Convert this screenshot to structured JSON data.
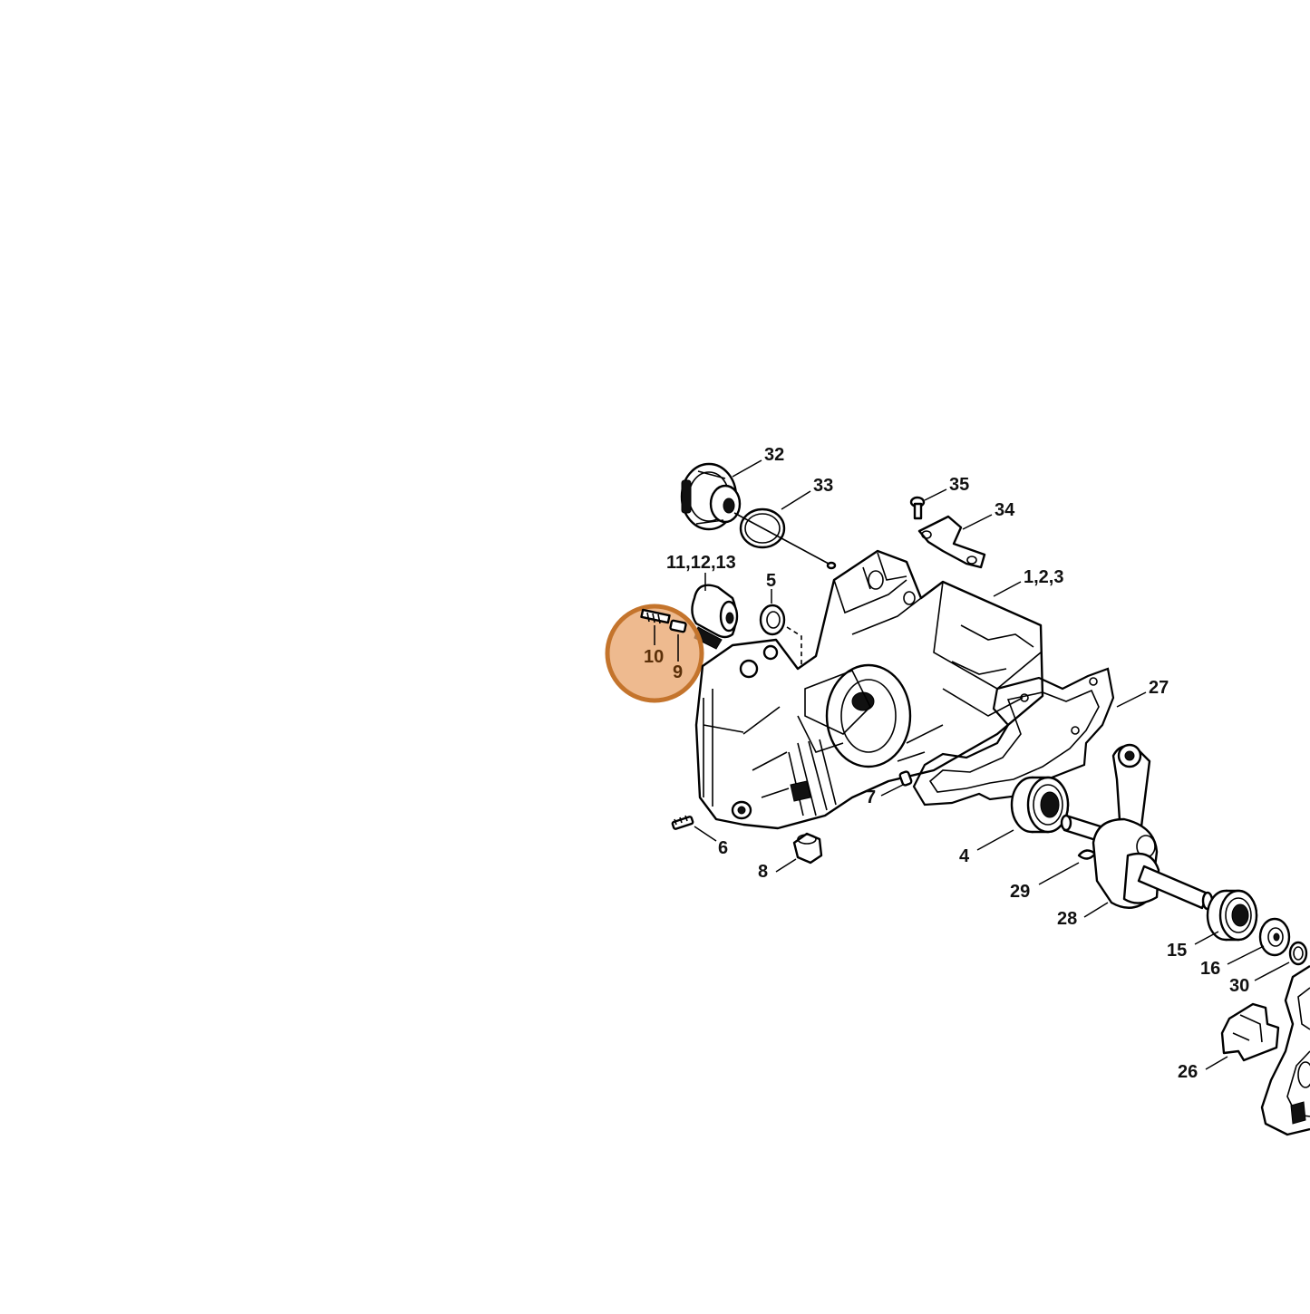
{
  "diagram": {
    "labels": {
      "p32": "32",
      "p33": "33",
      "p35": "35",
      "p34": "34",
      "p11_12_13": "11,12,13",
      "p5": "5",
      "p1_2_3": "1,2,3",
      "p10": "10",
      "p9": "9",
      "p27": "27",
      "p7": "7",
      "p6": "6",
      "p8": "8",
      "p4": "4",
      "p29": "29",
      "p28": "28",
      "p15": "15",
      "p16": "16",
      "p30": "30",
      "p26": "26"
    },
    "highlight": {
      "color": "#e8a36a",
      "border_color": "#c4742c",
      "parts": [
        "10",
        "9"
      ]
    }
  }
}
